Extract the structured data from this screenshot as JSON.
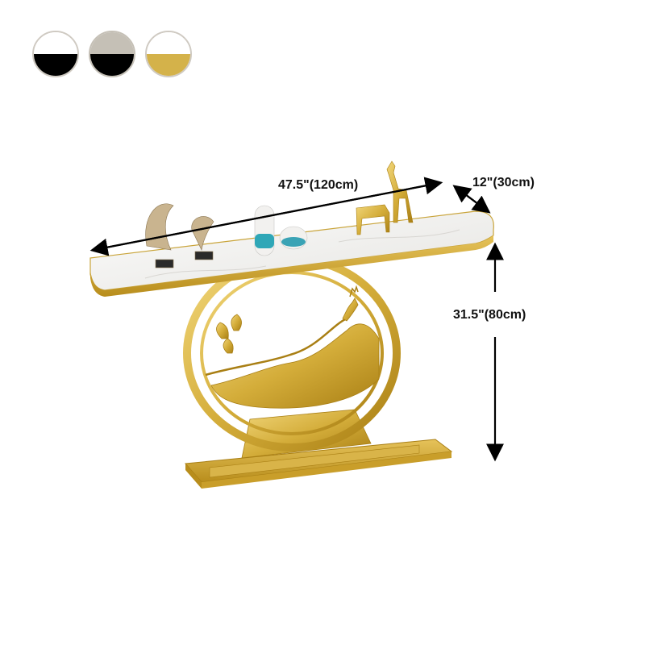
{
  "color_options": [
    {
      "name": "white-black",
      "top": "#ffffff",
      "bottom": "#000000"
    },
    {
      "name": "grey-black",
      "top": "#c5c0b6",
      "bottom": "#000000"
    },
    {
      "name": "white-gold",
      "top": "#ffffff",
      "bottom": "#d4b24a"
    }
  ],
  "dimensions": {
    "width_label": "47.5\"(120cm)",
    "depth_label": "12\"(30cm)",
    "height_label": "31.5\"(80cm)"
  },
  "colors": {
    "gold": "#d4ad3a",
    "gold_dark": "#a97f14",
    "marble": "#f3f2ef"
  }
}
